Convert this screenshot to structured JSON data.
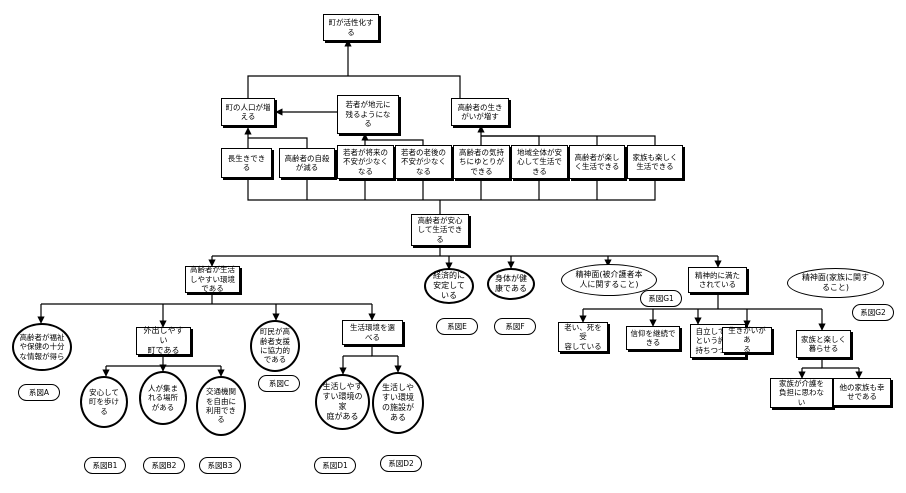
{
  "nodes": {
    "top": "町が活性化す\nる",
    "pop": "町の人口が増\nえる",
    "youth_stay": "若者が地元に\n残るようにな\nる",
    "elder_life": "高齢者の生き\nがいが増す",
    "longlife": "長生きできる",
    "suicide": "高齢者の自殺\nが減る",
    "youth_future": "若者が将来の\n不安が少なく\nなる",
    "youth_old": "若者の老後の\n不安が少なく\nなる",
    "elder_mind": "高齢者の気持\nちにゆとりが\nできる",
    "region_life": "地域全体が安\n心して生活で\nきる",
    "elder_enjoy": "高齢者が楽し\nく生活できる",
    "family_enjoy": "家族も楽しく\n生活できる",
    "hub": "高齢者が安心\nして生活でき\nる",
    "easy_env": "高齢者が生活\nしやすい環境\nである",
    "econ": "経済的に\n安定して\nいる",
    "body": "身体が健\n康である",
    "mental_g1": "精神面(被介護者本\n人に関すること)",
    "mental_full": "精神的に満た\nされている",
    "mental_g2": "精神面(家族に関す\nること)",
    "info": "高齢者が福祉\nや保健の十分\nな情報が得ら",
    "goout": "外出しやすい\n町である",
    "support": "町民が高\n齢者支援\nに協力的\nである",
    "choose_env": "生活環境を選\nべる",
    "accept_aging": "老い、死を受\n容している",
    "continue_faith": "信仰を継続で\nきる",
    "pride": "自立している\nという誇りを\n持ちつづける",
    "purpose": "生きがいがあ\nる",
    "family_fun": "家族と楽しく\n暮らせる",
    "walk_safe": "安心して\n町を歩け\nる",
    "gather": "人が集ま\nれる場所\nがある",
    "transport": "交通機関\nを自由に\n利用でき\nる",
    "home_env": "生活しやす\nすい環境の家\n庭がある",
    "facility_env": "生活しや\nすい環境\nの施設が\nある",
    "no_burden": "家族が介護を\n負担に思わな\nい",
    "other_family": "他の家族も幸\nせである"
  },
  "refs": {
    "A": "系図A",
    "B1": "系図B1",
    "B2": "系図B2",
    "B3": "系図B3",
    "C": "系図C",
    "D1": "系図D1",
    "D2": "系図D2",
    "E": "系図E",
    "F": "系図F",
    "G1": "系図G1",
    "G2": "系図G2"
  }
}
